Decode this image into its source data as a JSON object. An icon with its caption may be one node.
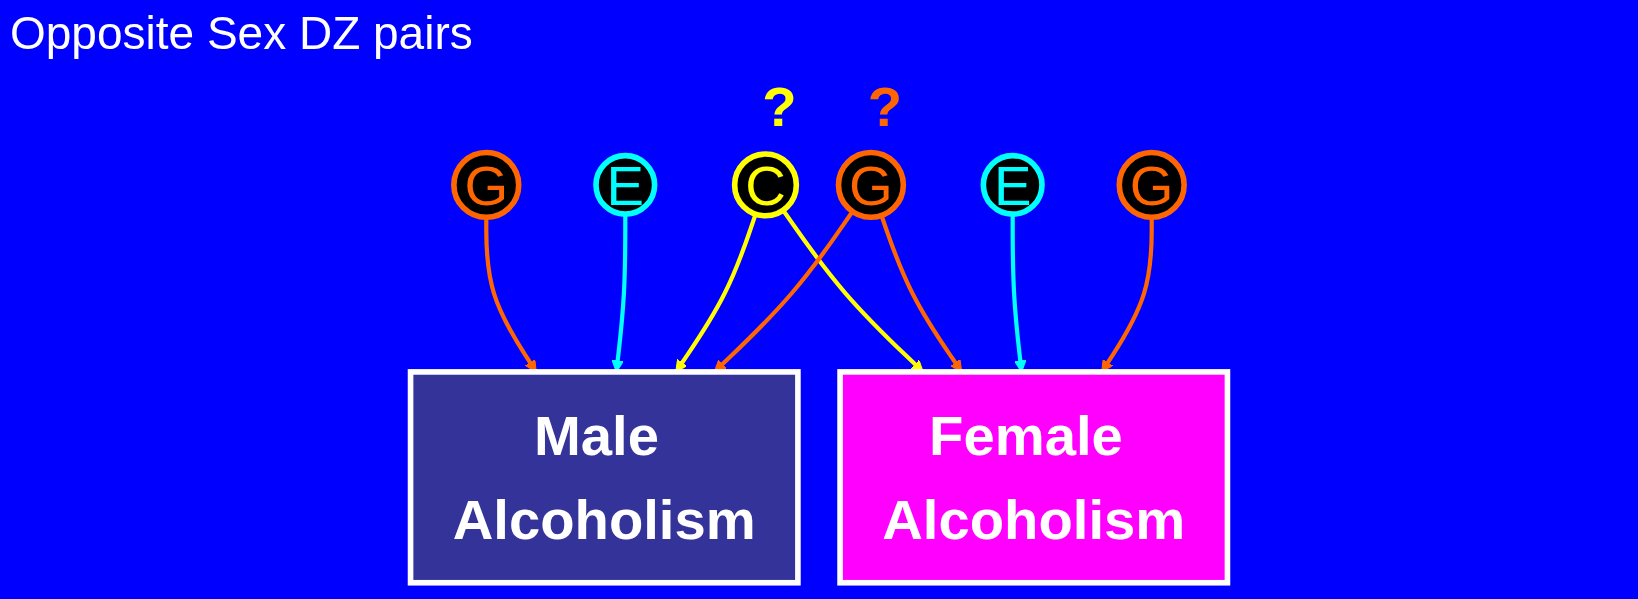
{
  "diagram": {
    "title": "Opposite Sex DZ pairs",
    "nodes": [
      {
        "text": [
          "G"
        ]
      },
      {
        "text": [
          "E"
        ]
      },
      {
        "text": [
          "C"
        ],
        "beside": [
          "?"
        ]
      },
      {
        "text": [
          "G"
        ],
        "beside": [
          "?"
        ]
      },
      {
        "text": [
          "E"
        ]
      },
      {
        "text": [
          "G"
        ]
      },
      {
        "text": [
          "Male Alcoholism"
        ]
      },
      {
        "text": [
          "Female Alcoholism"
        ]
      }
    ],
    "edges": [
      {
        "from": 0,
        "to": 6,
        "arrow": "to"
      },
      {
        "from": 1,
        "to": 6,
        "arrow": "to",
        "color": "#00ffff"
      },
      {
        "from": 2,
        "to": 6,
        "arrow": "to",
        "color": "#ffff00"
      },
      {
        "from": 2,
        "to": 7,
        "arrow": "to",
        "color": "#ffff00"
      },
      {
        "from": 3,
        "to": 6,
        "arrow": "to"
      },
      {
        "from": 3,
        "to": 7,
        "arrow": "to"
      },
      {
        "from": 4,
        "to": 7,
        "arrow": "to",
        "color": "#00ffff"
      },
      {
        "from": 5,
        "to": 7,
        "arrow": "to"
      }
    ]
  }
}
